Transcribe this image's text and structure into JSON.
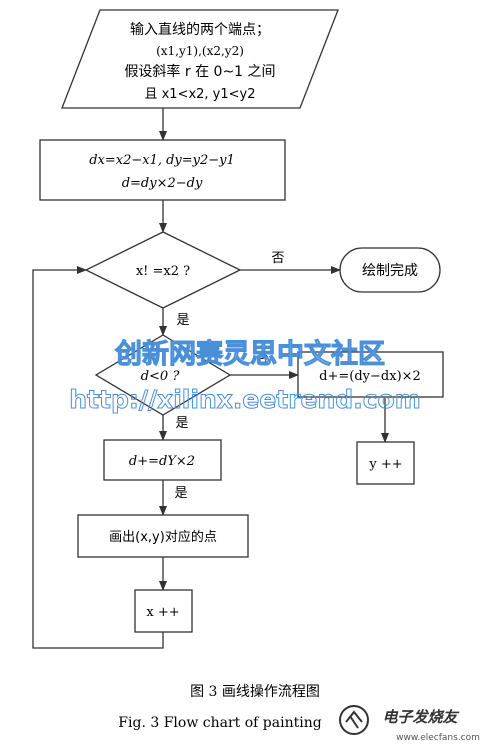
{
  "flowchart": {
    "input_line1": "输入直线的两个端点；",
    "input_line2": "(x1,y1),(x2,y2)",
    "input_line3": "假设斜率 r 在 0~1 之间",
    "input_line4": "且 x1<x2, y1<y2",
    "init_line1": "dx=x2−x1, dy=y2−y1",
    "init_line2": "d=dy×2−dy",
    "decision1": "x!  =x2 ?",
    "decision1_no": "否",
    "done": "绘制完成",
    "decision1_yes": "是",
    "decision2": "d<0 ?",
    "decision2_no": "否",
    "decision2_yes": "是",
    "no_update": "d+=(dy−dx)×2",
    "y_inc": "y ++",
    "yes_update": "d+=dY×2",
    "after_update_yes": "是",
    "plot": "画出(x,y)对应的点",
    "x_inc": "x   ++"
  },
  "watermark": {
    "line1": "创新网赛灵思中文社区",
    "line2": "http://xilinx.eetrend.com"
  },
  "caption": {
    "cn": "图 3    画线操作流程图",
    "en": "Fig. 3    Flow chart of painting"
  },
  "logo": {
    "text": "电子发烧友",
    "sub": "www.elecfans.com"
  },
  "colors": {
    "line": "#333333",
    "watermark": "#4a90d9"
  }
}
